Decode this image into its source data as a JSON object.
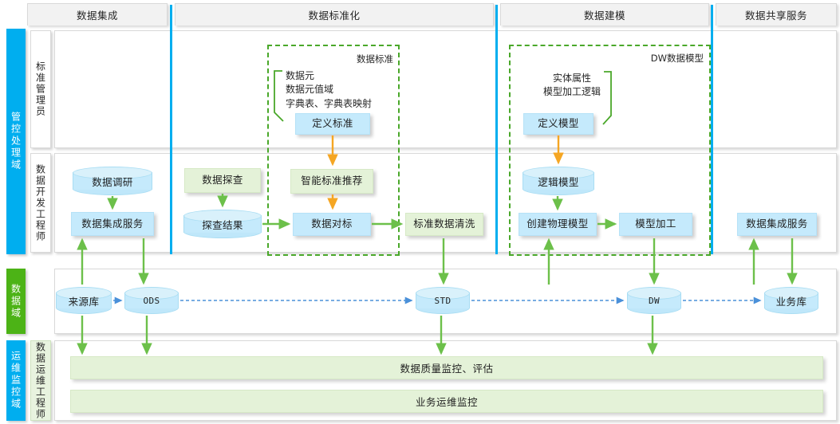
{
  "colors": {
    "phase_divider": "#00aeef",
    "domain_blue": "#00aeef",
    "domain_green": "#4cb316",
    "group_dashed": "#4aa82a",
    "node_blue": "#c5eafc",
    "node_green": "#e4f2d8",
    "arrow_green": "#6cc04a",
    "arrow_orange": "#f5a623",
    "arrow_dashed_blue": "#4a90d9"
  },
  "columns": [
    {
      "label": "数据集成"
    },
    {
      "label": "数据标准化"
    },
    {
      "label": "数据建模"
    },
    {
      "label": "数据共享服务"
    }
  ],
  "domains": [
    {
      "label": "管控处理域",
      "color": "blue"
    },
    {
      "label": "数据域",
      "color": "green"
    },
    {
      "label": "运维监控域",
      "color": "blue"
    }
  ],
  "roles": [
    {
      "label": "标准管理员",
      "style": "white"
    },
    {
      "label": "数据开发工程师",
      "style": "white"
    },
    {
      "label": "数据运维工程师",
      "style": "green"
    }
  ],
  "groups": [
    {
      "title": "数据标准",
      "annotation": "数据元\n数据元值域\n字典表、字典表映射"
    },
    {
      "title": "DW数据模型",
      "annotation": "实体属性\n模型加工逻辑"
    }
  ],
  "nodes": {
    "define_standard": "定义标准",
    "define_model": "定义模型",
    "data_research": "数据调研",
    "data_integration_service_left": "数据集成服务",
    "data_exploration": "数据探查",
    "exploration_result": "探查结果",
    "smart_standard_recommend": "智能标准推荐",
    "data_mapping": "数据对标",
    "standard_data_cleaning": "标准数据清洗",
    "logical_model": "逻辑模型",
    "create_physical_model": "创建物理模型",
    "model_processing": "模型加工",
    "data_integration_service_right": "数据集成服务"
  },
  "datastores": [
    {
      "label": "来源库"
    },
    {
      "label": "ODS"
    },
    {
      "label": "STD"
    },
    {
      "label": "DW"
    },
    {
      "label": "业务库"
    }
  ],
  "monitor_bars": [
    {
      "label": "数据质量监控、评估"
    },
    {
      "label": "业务运维监控"
    }
  ]
}
